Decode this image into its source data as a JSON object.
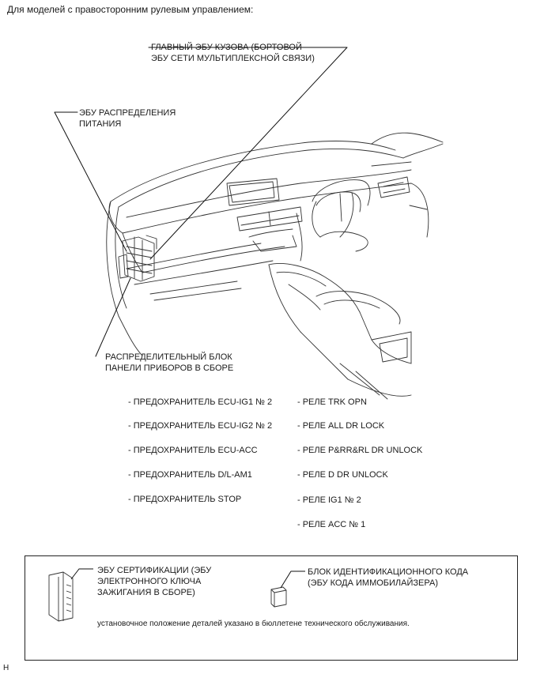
{
  "heading": "Для моделей с правосторонним рулевым управлением:",
  "callouts": {
    "main_body_ecu": "ГЛАВНЫЙ ЭБУ КУЗОВА (БОРТОВОЙ\nЭБУ СЕТИ МУЛЬТИПЛЕКСНОЙ СВЯЗИ)",
    "power_dist_ecu": "ЭБУ РАСПРЕДЕЛЕНИЯ\nПИТАНИЯ",
    "junction_block": "РАСПРЕДЕЛИТЕЛЬНЫЙ БЛОК\nПАНЕЛИ ПРИБОРОВ В СБОРЕ"
  },
  "fuses": [
    "- ПРЕДОХРАНИТЕЛЬ ECU-IG1 № 2",
    "- ПРЕДОХРАНИТЕЛЬ ECU-IG2 № 2",
    "- ПРЕДОХРАНИТЕЛЬ ECU-ACC",
    "- ПРЕДОХРАНИТЕЛЬ D/L-AM1",
    "- ПРЕДОХРАНИТЕЛЬ STOP"
  ],
  "relays": [
    "- РЕЛЕ TRK OPN",
    "- РЕЛЕ ALL DR LOCK",
    "- РЕЛЕ P&RR&RL DR UNLOCK",
    "- РЕЛЕ D DR UNLOCK",
    "- РЕЛЕ IG1 № 2",
    "- РЕЛЕ ACC № 1"
  ],
  "legend": {
    "cert_ecu": "ЭБУ СЕРТИФИКАЦИИ (ЭБУ\nЭЛЕКТРОННОГО КЛЮЧА\nЗАЖИГАНИЯ В СБОРЕ)",
    "id_code_box": "БЛОК ИДЕНТИФИКАЦИОННОГО КОДА\n(ЭБУ КОДА ИММОБИЛАЙЗЕРА)",
    "note": "установочное положение деталей указано в бюллетене технического обслуживания."
  },
  "corner_mark": "H"
}
